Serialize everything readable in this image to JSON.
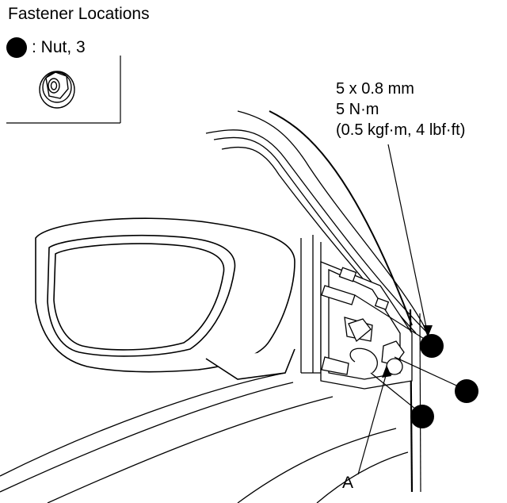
{
  "header": {
    "title": "Fastener Locations",
    "legend_label": ": Nut, 3"
  },
  "spec": {
    "line1": "5 x 0.8 mm",
    "line2": "5 N·m",
    "line3": "(0.5 kgf·m, 4 lbf·ft)"
  },
  "callout": {
    "label": "A"
  },
  "icons": {
    "legend_symbol": "filled-black-circle",
    "fastener": "flange-nut"
  },
  "colors": {
    "ink": "#000000",
    "background": "#ffffff"
  }
}
